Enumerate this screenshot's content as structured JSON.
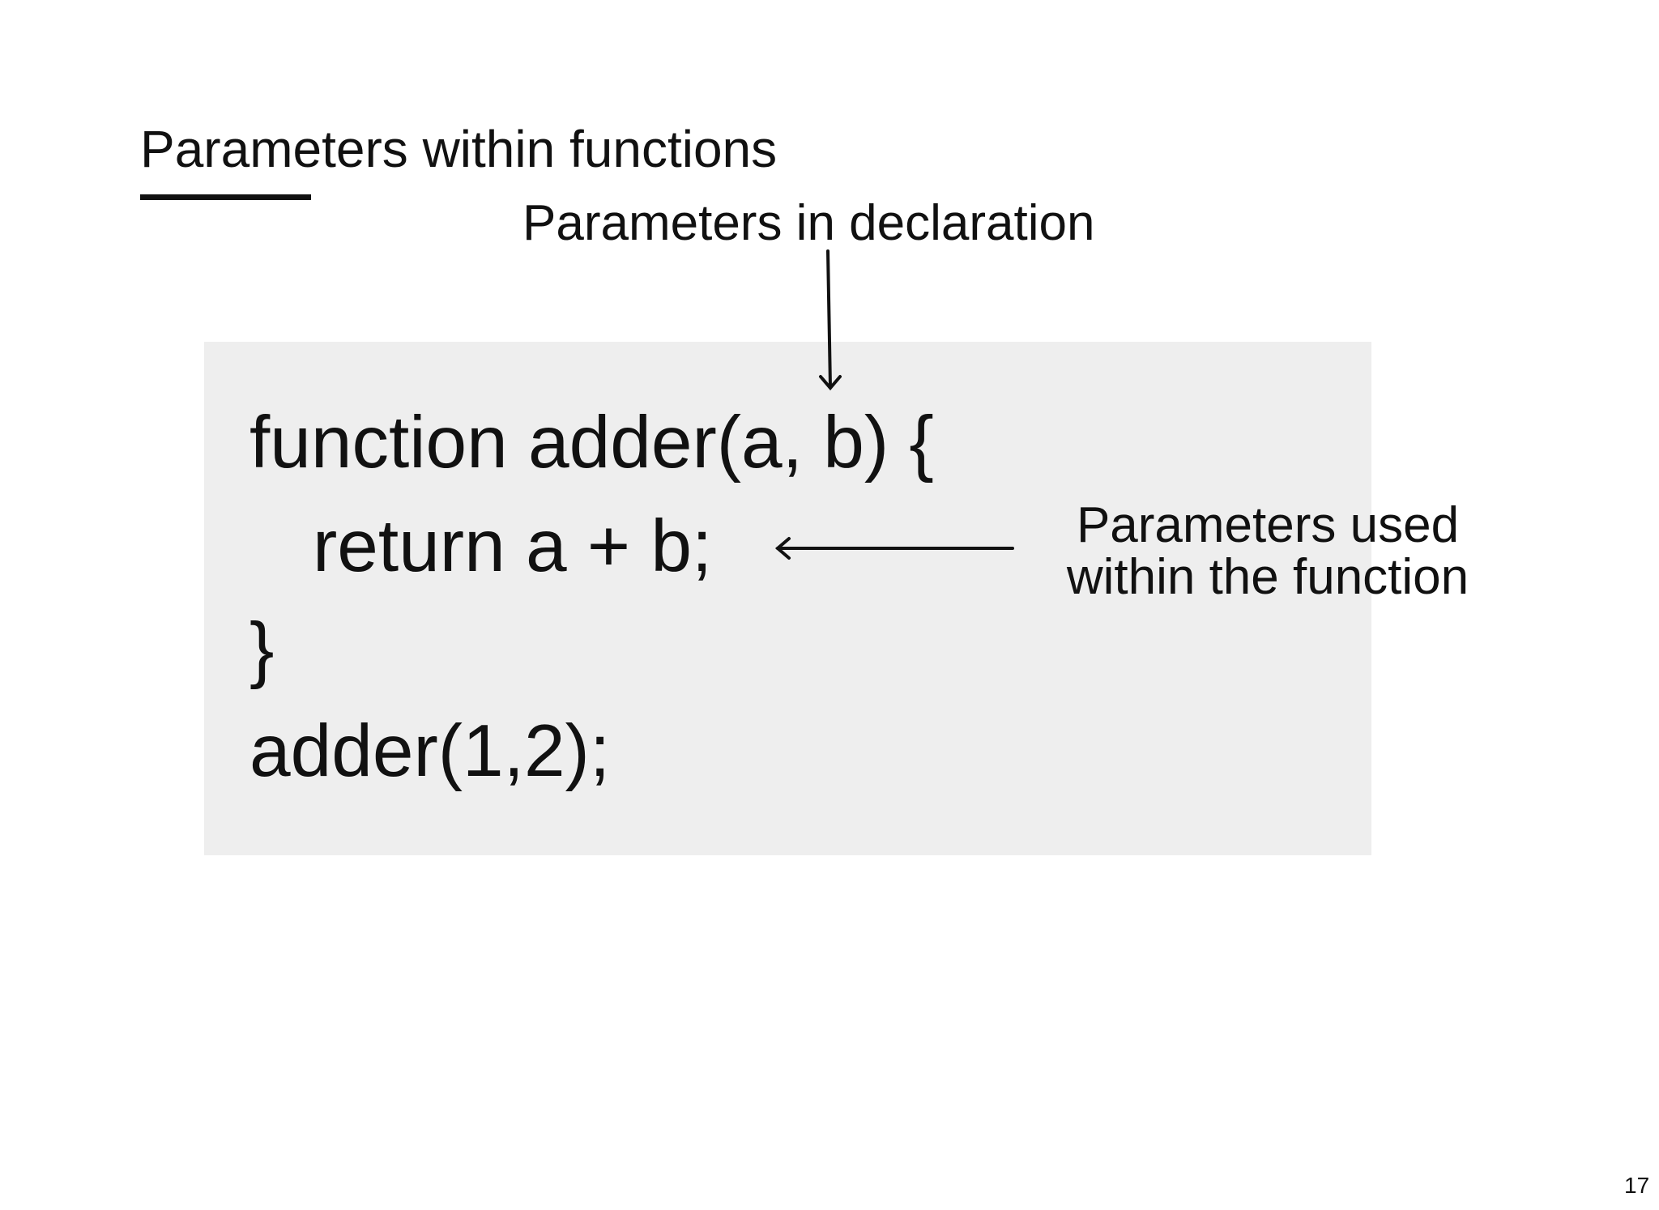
{
  "slide": {
    "title": "Parameters within functions",
    "page_number": "17"
  },
  "code": {
    "lines": [
      "function adder(a, b) {",
      "return a + b;",
      "}",
      "adder(1,2);"
    ]
  },
  "annotations": {
    "declaration": "Parameters in declaration",
    "used_line_1": "Parameters used",
    "used_line_2": "within the function"
  },
  "colors": {
    "code_background": "#eeeeee",
    "text": "#111111",
    "page_background": "#ffffff"
  }
}
